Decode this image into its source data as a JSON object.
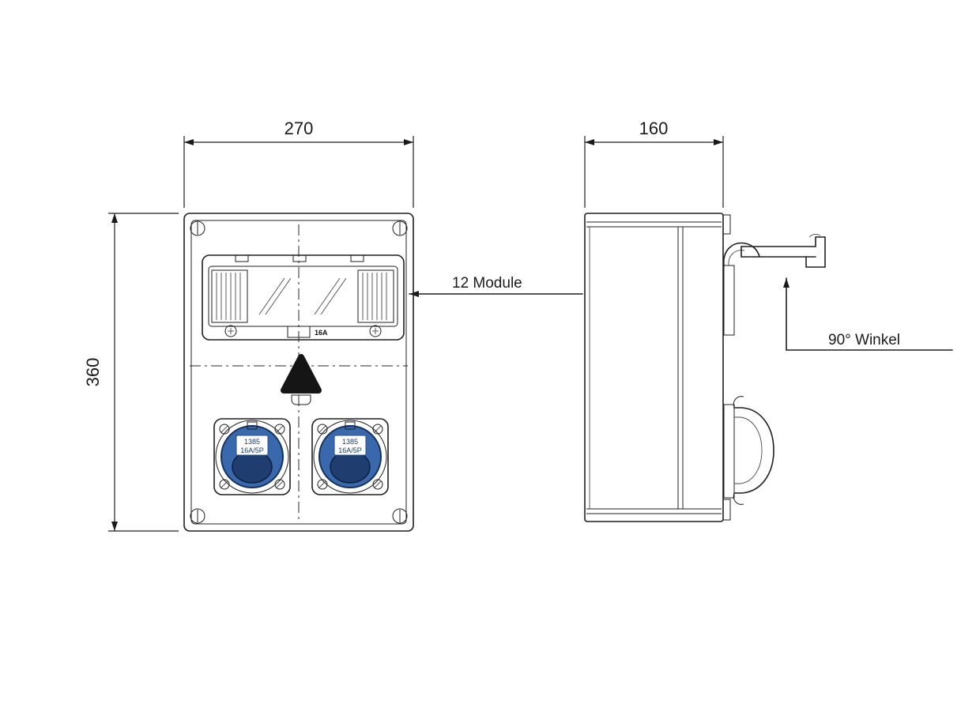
{
  "drawing": {
    "dim_front_width": "270",
    "dim_front_height": "360",
    "dim_side_depth": "160",
    "callout_module": "12 Module",
    "callout_angle": "90° Winkel",
    "socket_label_line1": "1385",
    "socket_label_line2": "16A/5P",
    "connector_label": "16A"
  },
  "colors": {
    "line": "#1f1f1f",
    "socket_face": "#3a68ad",
    "socket_inner": "#1f3d6e",
    "background": "#ffffff"
  }
}
